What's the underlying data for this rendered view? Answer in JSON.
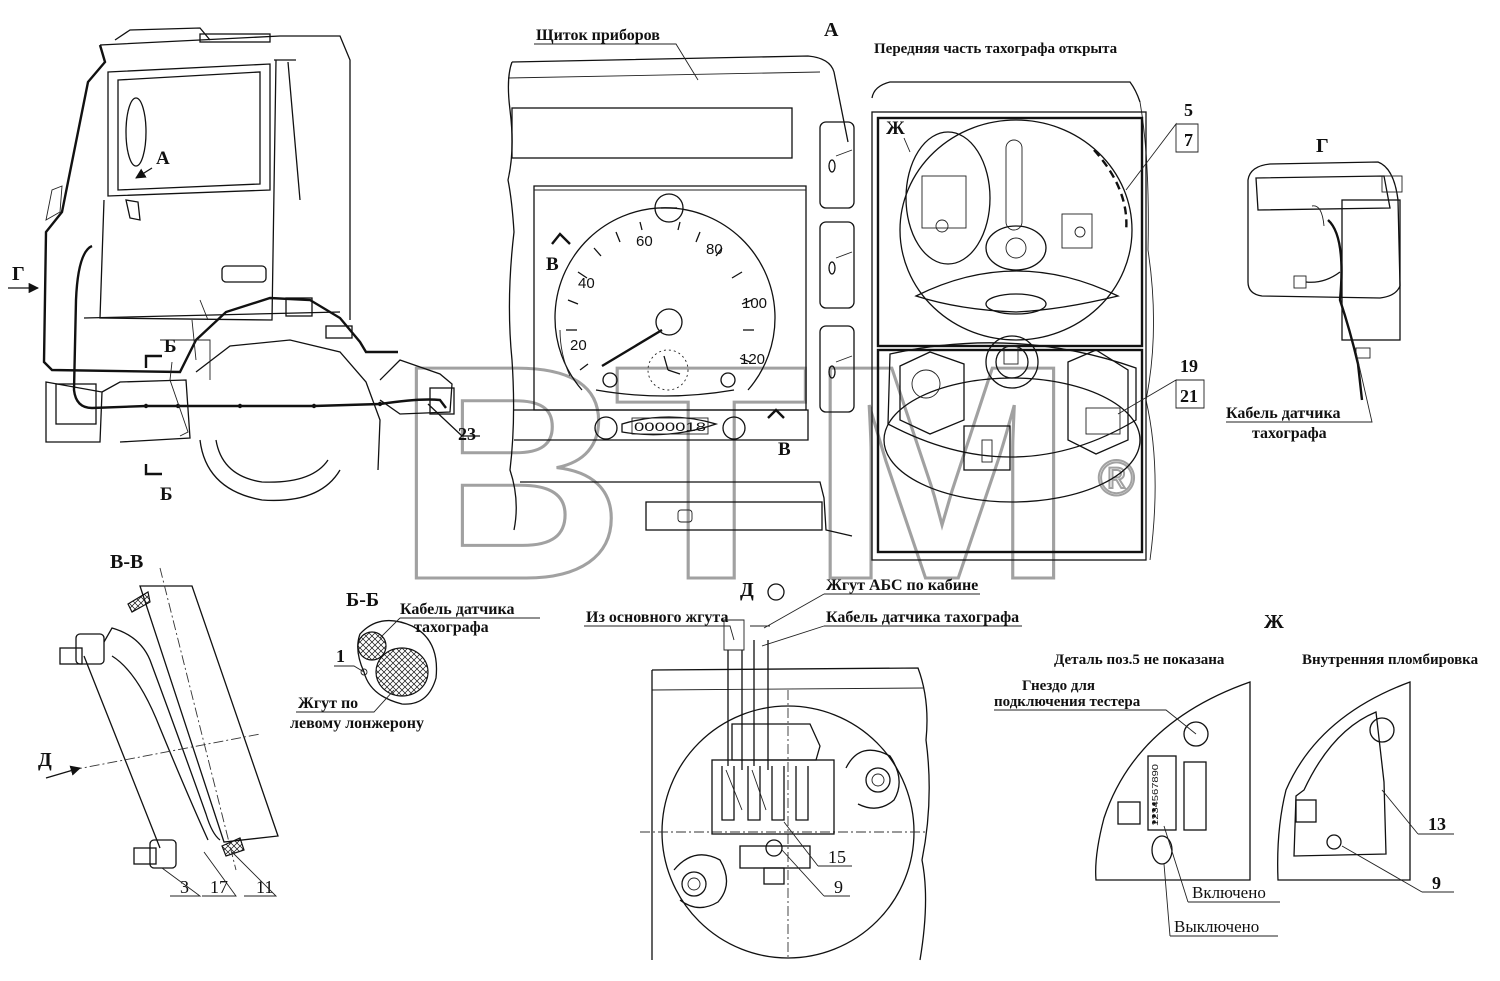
{
  "labels": {
    "view_a": "А",
    "view_a_cab": "А",
    "view_g_arrow": "Г",
    "view_g_title": "Г",
    "section_b_top": "Б",
    "section_b_bottom": "Б",
    "v_left": "В",
    "v_right": "В",
    "section_vv": "В-В",
    "section_bb": "Б-Б",
    "view_d_arrow": "Д",
    "view_d_title": "Д",
    "view_zh_box": "Ж",
    "view_zh_title": "Ж"
  },
  "callouts": {
    "instrument_panel": "Щиток приборов",
    "tachograph_open": "Передняя часть тахографа открыта",
    "sensor_cable_g_1": "Кабель датчика",
    "sensor_cable_g_2": "тахографа",
    "bb_cable_1": "Кабель датчика",
    "bb_cable_2": "тахографа",
    "bb_harness_1": "Жгут по",
    "bb_harness_2": "левому лонжерону",
    "abs_harness": "Жгут АБС по кабине",
    "main_harness": "Из основного жгута",
    "tacho_cable": "Кабель датчика тахографа",
    "detail_not_shown": "Деталь поз.5 не показана",
    "tester_socket_1": "Гнездо для",
    "tester_socket_2": "подключения тестера",
    "internal_seal": "Внутренняя пломбировка",
    "switched_on": "Включено",
    "switched_off": "Выключено"
  },
  "positions": {
    "p23": "23",
    "p5": "5",
    "p7": "7",
    "p19": "19",
    "p21": "21",
    "p1": "1",
    "p3": "3",
    "p17": "17",
    "p11": "11",
    "p15": "15",
    "p9_d": "9",
    "p13": "13",
    "p9_zh": "9"
  },
  "speedometer": {
    "scale": [
      "20",
      "40",
      "60",
      "80",
      "100",
      "120"
    ],
    "odometer": "0000018"
  },
  "tester_digits": "1234567890",
  "watermark": {
    "text": "ВТМ",
    "registered": "®"
  }
}
